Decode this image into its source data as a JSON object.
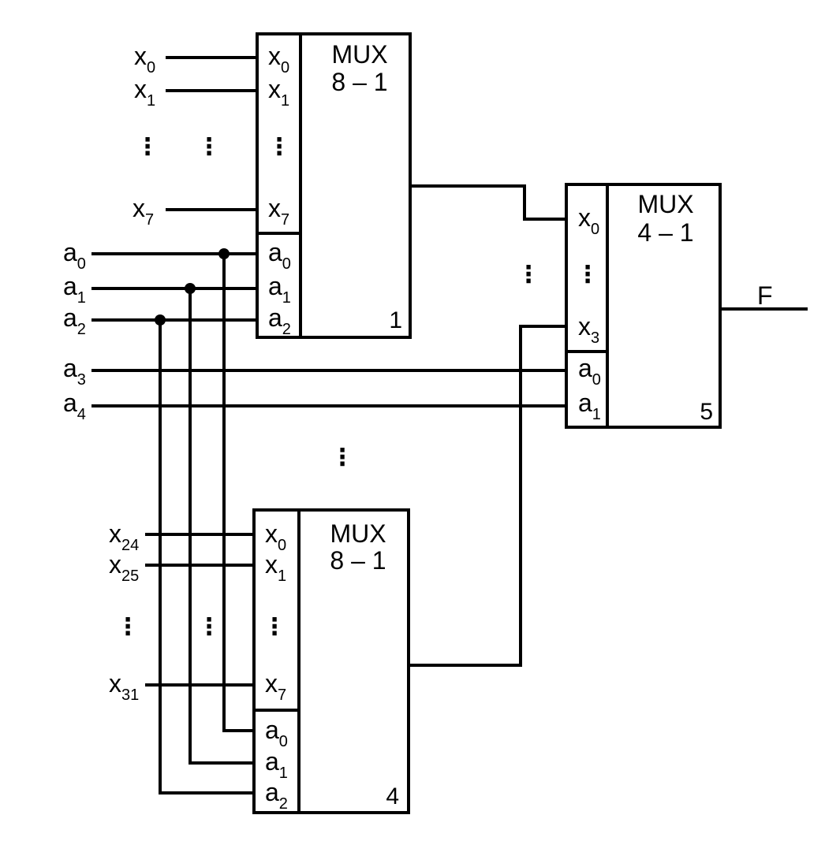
{
  "mux_top": {
    "title_line1": "MUX",
    "title_line2": "8 – 1",
    "number": "1",
    "data_inputs": [
      {
        "base": "x",
        "sub": "0"
      },
      {
        "base": "x",
        "sub": "1"
      },
      {
        "base": "x",
        "sub": "7"
      }
    ],
    "select_inputs": [
      {
        "base": "a",
        "sub": "0"
      },
      {
        "base": "a",
        "sub": "1"
      },
      {
        "base": "a",
        "sub": "2"
      }
    ]
  },
  "mux_bottom": {
    "title_line1": "MUX",
    "title_line2": "8 – 1",
    "number": "4",
    "data_inputs": [
      {
        "base": "x",
        "sub": "0"
      },
      {
        "base": "x",
        "sub": "1"
      },
      {
        "base": "x",
        "sub": "7"
      }
    ],
    "select_inputs": [
      {
        "base": "a",
        "sub": "0"
      },
      {
        "base": "a",
        "sub": "1"
      },
      {
        "base": "a",
        "sub": "2"
      }
    ]
  },
  "mux_final": {
    "title_line1": "MUX",
    "title_line2": "4 – 1",
    "number": "5",
    "data_inputs": [
      {
        "base": "x",
        "sub": "0"
      },
      {
        "base": "x",
        "sub": "3"
      }
    ],
    "select_inputs": [
      {
        "base": "a",
        "sub": "0"
      },
      {
        "base": "a",
        "sub": "1"
      }
    ],
    "output_label": "F"
  },
  "external_inputs_top": [
    {
      "base": "x",
      "sub": "0"
    },
    {
      "base": "x",
      "sub": "1"
    },
    {
      "base": "x",
      "sub": "7"
    }
  ],
  "external_inputs_bottom": [
    {
      "base": "x",
      "sub": "24"
    },
    {
      "base": "x",
      "sub": "25"
    },
    {
      "base": "x",
      "sub": "31"
    }
  ],
  "select_lines": [
    {
      "base": "a",
      "sub": "0"
    },
    {
      "base": "a",
      "sub": "1"
    },
    {
      "base": "a",
      "sub": "2"
    },
    {
      "base": "a",
      "sub": "3"
    },
    {
      "base": "a",
      "sub": "4"
    }
  ],
  "ellipsis": "⋮"
}
